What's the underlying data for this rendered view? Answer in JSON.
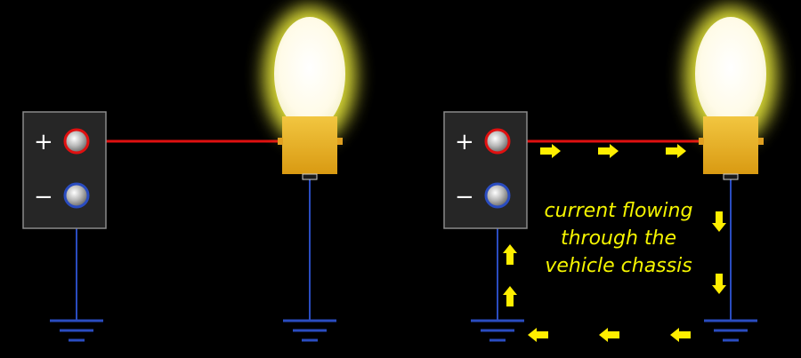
{
  "panels": [
    {
      "id": "left",
      "battery": {
        "positive_label": "+",
        "negative_label": "−"
      },
      "bulb": {
        "lit": true
      },
      "shows_current_flow": false
    },
    {
      "id": "right",
      "battery": {
        "positive_label": "+",
        "negative_label": "−"
      },
      "bulb": {
        "lit": true
      },
      "shows_current_flow": true,
      "caption": [
        "current flowing",
        "through the",
        "vehicle chassis"
      ]
    }
  ],
  "colors": {
    "background": "#000000",
    "positive_wire": "#e01010",
    "ground_wire": "#2a4cc0",
    "arrow": "#ffee00",
    "caption": "#f5f500",
    "bulb_glow": "#ffff40",
    "bulb_base": "#e8b020",
    "battery_body": "#262626"
  }
}
